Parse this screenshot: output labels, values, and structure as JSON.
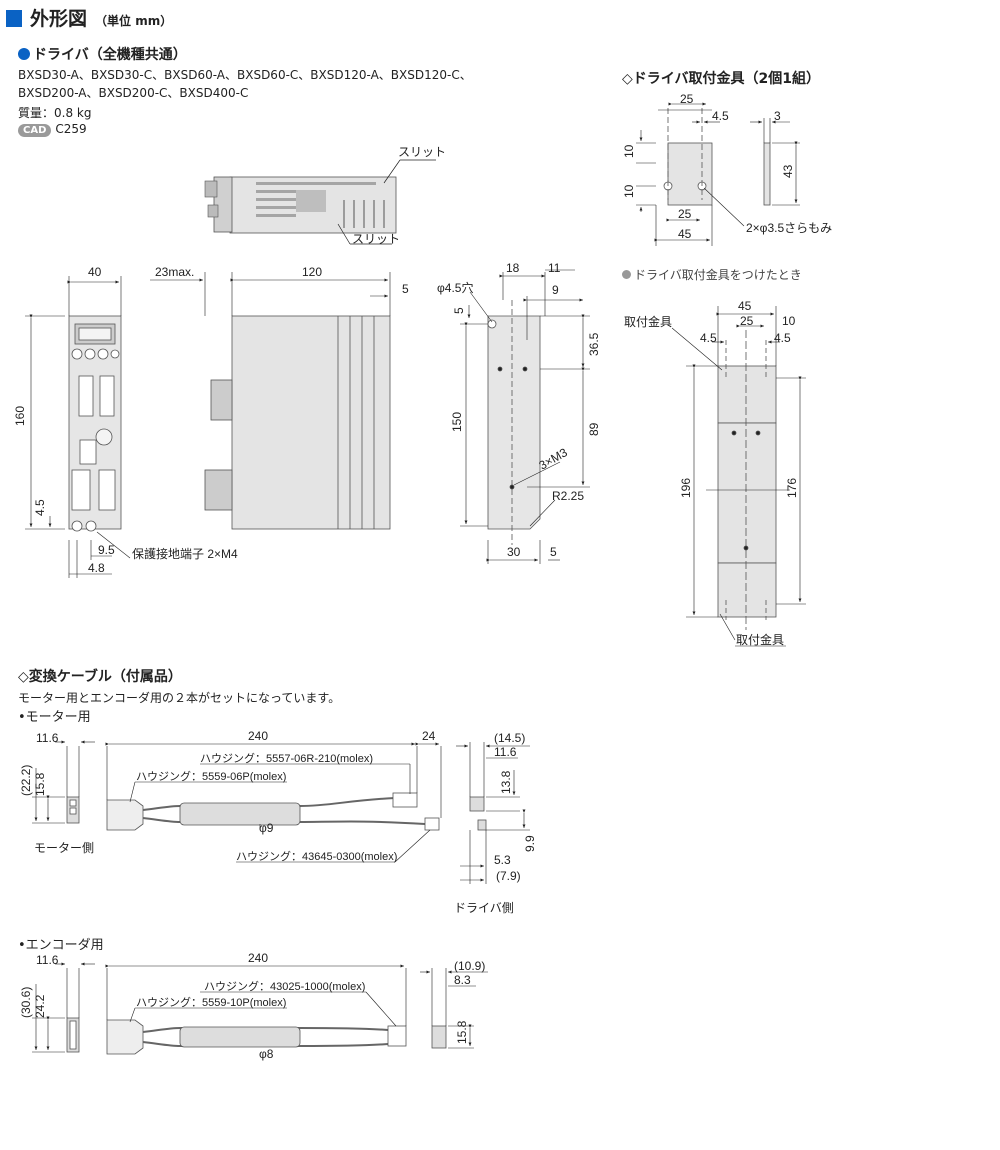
{
  "header": {
    "title": "外形図",
    "unit": "（単位 mm）"
  },
  "driver": {
    "title": "ドライバ（全機種共通）",
    "models_line1": "BXSD30-A、BXSD30-C、BXSD60-A、BXSD60-C、BXSD120-A、BXSD120-C、",
    "models_line2": "BXSD200-A、BXSD200-C、BXSD400-C",
    "mass": "質量：0.8 kg",
    "cad_badge": "CAD",
    "cad_code": "C259",
    "slit_label": "スリット",
    "dims": {
      "w40": "40",
      "d23max": "23max.",
      "l120": "120",
      "d5": "5",
      "h160": "160",
      "d4_5": "4.5",
      "d9_5": "9.5",
      "d4_8": "4.8",
      "ground": "保護接地端子 2×M4",
      "d18": "18",
      "d11": "11",
      "d9": "9",
      "hole": "φ4.5穴",
      "d5b": "5",
      "d36_5": "36.5",
      "d150": "150",
      "d89": "89",
      "m3": "3×M3",
      "r2_25": "R2.25",
      "d30": "30",
      "d5c": "5"
    }
  },
  "bracket": {
    "title": "◇ドライバ取付金具（2個1組）",
    "dims": {
      "d25": "25",
      "d4_5": "4.5",
      "d3": "3",
      "d10a": "10",
      "d10b": "10",
      "d43": "43",
      "d25b": "25",
      "d45": "45",
      "holes": "2×φ3.5さらもみ"
    },
    "attached_note": "ドライバ取付金具をつけたとき",
    "attached": {
      "label_top": "取付金具",
      "label_bottom": "取付金具",
      "d45": "45",
      "d25": "25",
      "d10": "10",
      "d4_5a": "4.5",
      "d4_5b": "4.5",
      "d196": "196",
      "d176": "176"
    }
  },
  "cable": {
    "title": "◇変換ケーブル（付属品）",
    "note": "モーター用とエンコーダ用の２本がセットになっています。",
    "motor": {
      "title": "•モーター用",
      "d11_6": "11.6",
      "d240": "240",
      "d24": "24",
      "d22_2": "(22.2)",
      "d15_8": "15.8",
      "housing1": "ハウジング：5557-06R-210(molex)",
      "housing2": "ハウジング：5559-06P(molex)",
      "housing3": "ハウジング：43645-0300(molex)",
      "phi": "φ9",
      "motor_side": "モーター側",
      "d14_5": "(14.5)",
      "d11_6b": "11.6",
      "d13_8": "13.8",
      "d9_9": "9.9",
      "d5_3": "5.3",
      "d7_9": "(7.9)",
      "driver_side": "ドライバ側"
    },
    "encoder": {
      "title": "•エンコーダ用",
      "d11_6": "11.6",
      "d240": "240",
      "d30_6": "(30.6)",
      "d24_2": "24.2",
      "housing1": "ハウジング：43025-1000(molex)",
      "housing2": "ハウジング：5559-10P(molex)",
      "phi": "φ8",
      "d10_9": "(10.9)",
      "d8_3": "8.3",
      "d15_8": "15.8"
    }
  },
  "colors": {
    "accent": "#0a62c4",
    "body_fill": "#e4e4e4",
    "dark_fill": "#c8c8c8"
  }
}
